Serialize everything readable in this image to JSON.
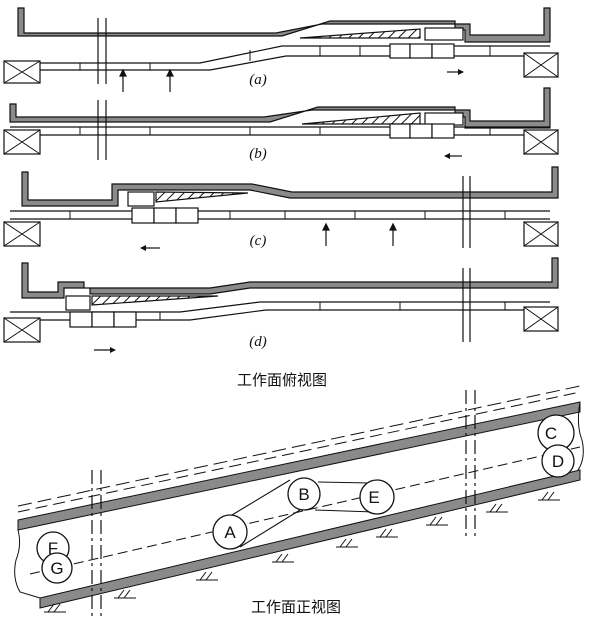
{
  "top_view": {
    "panels": [
      {
        "id": "a",
        "label": "(a)"
      },
      {
        "id": "b",
        "label": "(b)"
      },
      {
        "id": "c",
        "label": "(c)"
      },
      {
        "id": "d",
        "label": "(d)"
      }
    ],
    "caption": "工作面俯视图"
  },
  "front_view": {
    "nodes": [
      "A",
      "B",
      "C",
      "D",
      "E",
      "F",
      "G"
    ],
    "caption": "工作面正视图"
  },
  "colors": {
    "line": "#111111",
    "fill_gray": "#8a8a8a",
    "background": "#ffffff"
  }
}
